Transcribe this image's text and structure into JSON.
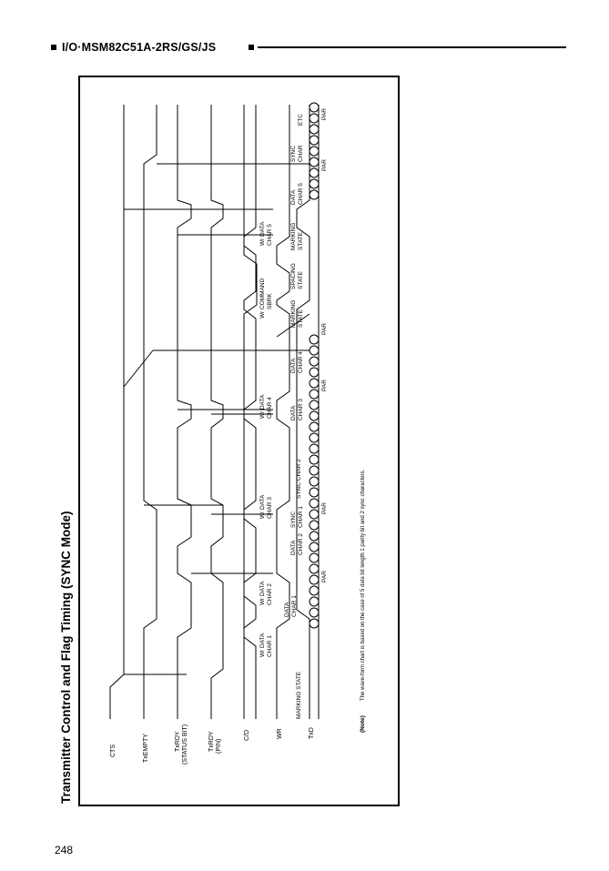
{
  "header": {
    "title": "I/O·MSM82C51A-2RS/GS/JS"
  },
  "figure": {
    "title": "Transmitter Control and Flag Timing (SYNC Mode)",
    "signals": [
      "CTS",
      "TxEMPTY",
      "TxRDY",
      "(STATUS BIT)",
      "TxRDY",
      "(PIN)",
      "C/D",
      "WR",
      "TxD"
    ],
    "annotations": {
      "marking_state": "MARKING STATE",
      "wr_data_char1": [
        "Wr DATA",
        "CHAR 1"
      ],
      "wr_data_char2": [
        "Wr DATA",
        "CHAR 2"
      ],
      "wr_data_char3": [
        "Wr DATA",
        "CHAR 3"
      ],
      "wr_data_char4": [
        "Wr DATA",
        "CHAR 4"
      ],
      "wr_data_char5": [
        "Wr DATA",
        "CHAR 5"
      ],
      "wr_command_sbrk": [
        "Wr COMMAND",
        "SBRK"
      ],
      "data_char1": [
        "DATA",
        "CHAR 1"
      ],
      "data_char2": [
        "DATA",
        "CHAR 2"
      ],
      "data_char3": [
        "DATA",
        "CHAR 3"
      ],
      "data_char4": [
        "DATA",
        "CHAR 4"
      ],
      "data_char5": [
        "DATA",
        "CHAR 5"
      ],
      "sync_char1": [
        "SYNC",
        "CHAR 1"
      ],
      "sync_char2": "SYNC CHAR 2",
      "sync_char_etc": [
        "SYNC",
        "CHAR",
        "ETC"
      ],
      "marking_state2": [
        "MARKING",
        "STATE"
      ],
      "spacing_state": [
        "SPACING",
        "STATE"
      ],
      "marking_state3": [
        "MARKING",
        "STATE"
      ],
      "par": "PAR",
      "note_label": "(Note)",
      "note_text": "The wave-form chart is based on the case of 5 data bit length 1 parity bit and 2 sync characters."
    }
  },
  "footer": {
    "page_number": "248"
  }
}
